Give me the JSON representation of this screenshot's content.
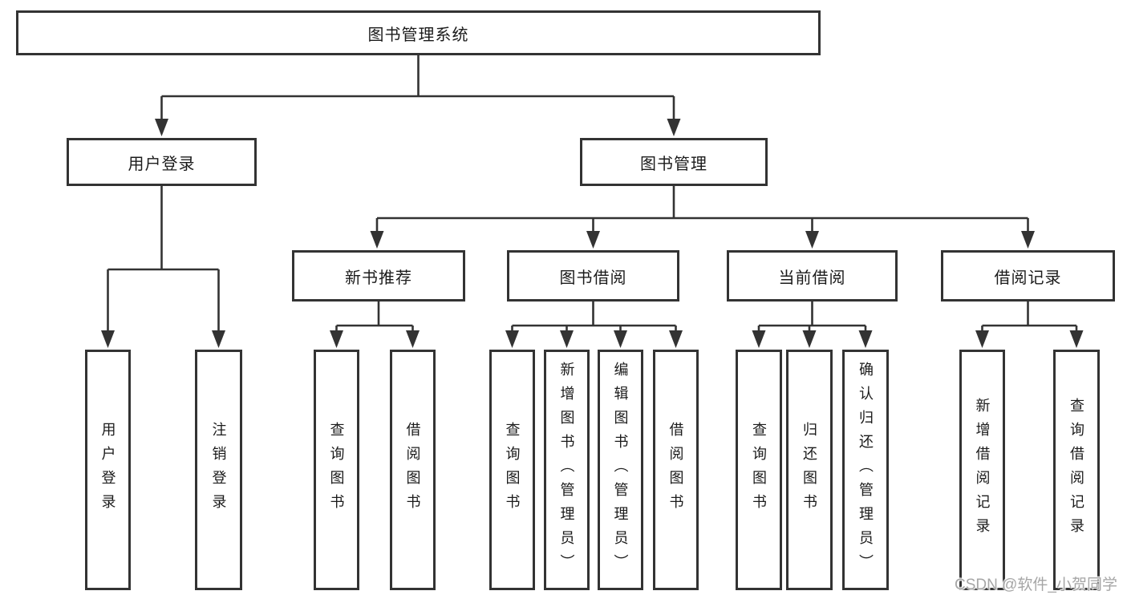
{
  "diagram": {
    "title": "图书管理系统",
    "level2": [
      {
        "label": "用户登录"
      },
      {
        "label": "图书管理"
      }
    ],
    "level3": [
      {
        "label": "新书推荐",
        "parent": "图书管理"
      },
      {
        "label": "图书借阅",
        "parent": "图书管理"
      },
      {
        "label": "当前借阅",
        "parent": "图书管理"
      },
      {
        "label": "借阅记录",
        "parent": "图书管理"
      }
    ],
    "leaves": [
      {
        "label": "用户登录",
        "parent": "用户登录"
      },
      {
        "label": "注销登录",
        "parent": "用户登录"
      },
      {
        "label": "查询图书",
        "parent": "新书推荐"
      },
      {
        "label": "借阅图书",
        "parent": "新书推荐"
      },
      {
        "label": "查询图书",
        "parent": "图书借阅"
      },
      {
        "label": "新增图书（管理员）",
        "parent": "图书借阅"
      },
      {
        "label": "编辑图书（管理员）",
        "parent": "图书借阅"
      },
      {
        "label": "借阅图书",
        "parent": "图书借阅"
      },
      {
        "label": "查询图书",
        "parent": "当前借阅"
      },
      {
        "label": "归还图书",
        "parent": "当前借阅"
      },
      {
        "label": "确认归还（管理员）",
        "parent": "当前借阅"
      },
      {
        "label": "新增借阅记录",
        "parent": "借阅记录"
      },
      {
        "label": "查询借阅记录",
        "parent": "借阅记录"
      }
    ],
    "colors": {
      "line": "#333333",
      "text": "#1b1b1b",
      "watermark": "#a6a6a6",
      "background": "#ffffff"
    }
  },
  "watermark": {
    "text": "CSDN @软件_小贺同学"
  }
}
